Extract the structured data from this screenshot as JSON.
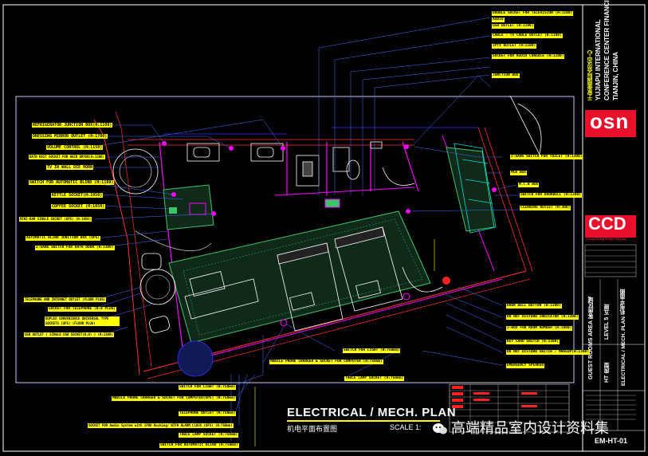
{
  "drawing": {
    "title": "ELECTRICAL / MECH. PLAN",
    "subtitle_cn": "机电平面布置图",
    "scale": "SCALE 1:",
    "sheet_number": "EM-HT-01"
  },
  "title_block": {
    "project_cn": "于家堡国际会议中心",
    "project_en_1": "YUJIAPU INTERNATIONAL",
    "project_en_2": "CONFERENCE CENTER FINANCIAL",
    "project_en_3": "TIANJIN, CHINA",
    "logo_osn": "osn",
    "logo_ccd": "CCD",
    "ccd_tagline": "Cheng Chung Design (HK) Ltd.",
    "area": "GUEST ROOMS AREA 客房区域",
    "level": "LEVEL 5 五层",
    "room": "HT 房型",
    "sheet_desc": "ELECTRICAL / MECH. PLAN 机电平面图"
  },
  "watermark": "高端精品室内设计资料集",
  "callouts_left": [
    "REFRIGERATOR JUNCTION BOX(H:1100)",
    "DRESSING MIRROR OUTLET (H:1700)",
    "VOLUME CONTROL (H:1150)",
    "BATH REST SOCKET FOR HAIR DRYER(H:1300)",
    "TV IN WALL DIE HORN",
    "SWITCH FOR AUTOMATIC BLIND (H:1100)",
    "KETTLE SOCKET(H:1050)",
    "COFFEE SOCKET (H:1050)",
    "MINI-BAR SINGLE SOCKET (UPS) (H:1050)",
    "AUTOMATIC BLIND JUNCTION BOX (UPS)",
    "2-GANG SWITCH FOR BATH DOOR (H:1300)",
    "TELEPHONE AND INTERNET OUTLET (FLOOR PLUG)",
    "SOCKET FOR TELEPHONE (H:0 PLUG)",
    "DUPLEX CONVENIENCE UNIVERSAL TYPE SOCKETS (UPS) (FLOOR PLUG)",
    "USB OUTLET ( SINGLE USB SOCKET(H:0) ) (H:1300)"
  ],
  "callouts_top_right": [
    "DOUBLE SOCKET FOR TELEVISION (H:1100)",
    "AUDIO",
    "USB OUTLET (H:1100)",
    "CABLE - TV CABLE OUTLET (H:1100)",
    "IPTV OUTLET (H:1100)",
    "SOCKET FOR AUDIO CONSOLE (H:1100)",
    "JUNCTION BOX",
    "2-GANG SWITCH FOR TOILET (H:1300)",
    "MCB BOX",
    "M.C.B BOX",
    "SWITCH FOR DOORBELL (H:1300)",
    "CLEANING OUTLET (H:300)"
  ],
  "callouts_right": [
    "DOOR BELL BUTTON (H:1300)",
    "DO NOT DISTURB INDICATOR (H:1300)",
    "J-BOX FOR ROOM NUMBER (H:1800)",
    "KEY CARD SWITCH (H:1300)",
    "DO NOT DISTURB SWITCH / MAKEUP(H:1300)",
    "EMERGENCY SPEAKER"
  ],
  "callouts_bottom": [
    "SWITCH FOR LIGHT (H:750mm)",
    "MOBILE PHONE CHARGER & SOCKET FOR COMPUTER (H:750mm)",
    "TABLE LAMP SOCKET (H:750mm)",
    "SWITCH FOR LIGHT (H:750mm)",
    "MOBILE PHONE CHARGER & SOCKET FOR COMPUTER(UPS) (H:750mm)",
    "TELEPHONE OUTLET (H:750mm)",
    "SOCKET FOR Audio System with iPOD Docking/ WITH ALARM CLOCK (UPS) (H:750mm)",
    "TABLE LAMP SOCKET (H:750mm)",
    "SWITCH FOR AUTOMATIC BLIND (H:750mm)"
  ],
  "colors": {
    "background": "#000000",
    "label_bg": "#ffff00",
    "frame": "#ffffff",
    "wall_red": "#ff3030",
    "wall_magenta": "#ff00ff",
    "furniture_cyan": "#00d8d8",
    "hatch_green": "#3cc46a",
    "leader_blue": "#4a6cff",
    "dim_blue": "#3030ff",
    "logo_red": "#e8102a"
  }
}
